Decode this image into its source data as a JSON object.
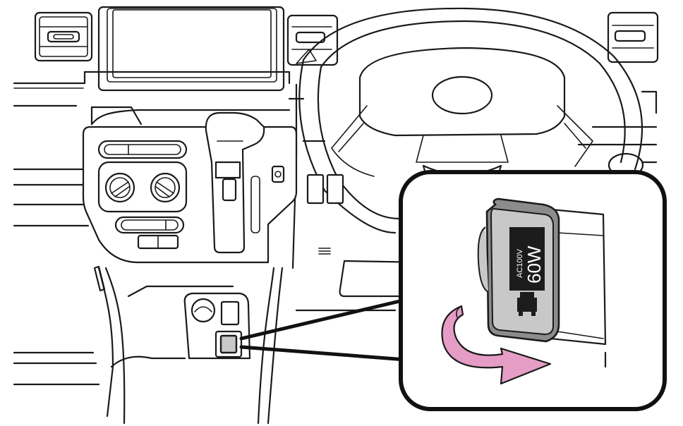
{
  "outlet": {
    "voltage_label": "AC100V",
    "wattage_label": "60W"
  },
  "colors": {
    "arrow": "#e59dc6",
    "cover": "#c8c8c8",
    "cover_dark": "#8c8c8c",
    "label_bg": "#1c1c1c",
    "line": "#1a1a1a"
  },
  "icons": [
    "plug-icon",
    "open-direction-arrow"
  ]
}
